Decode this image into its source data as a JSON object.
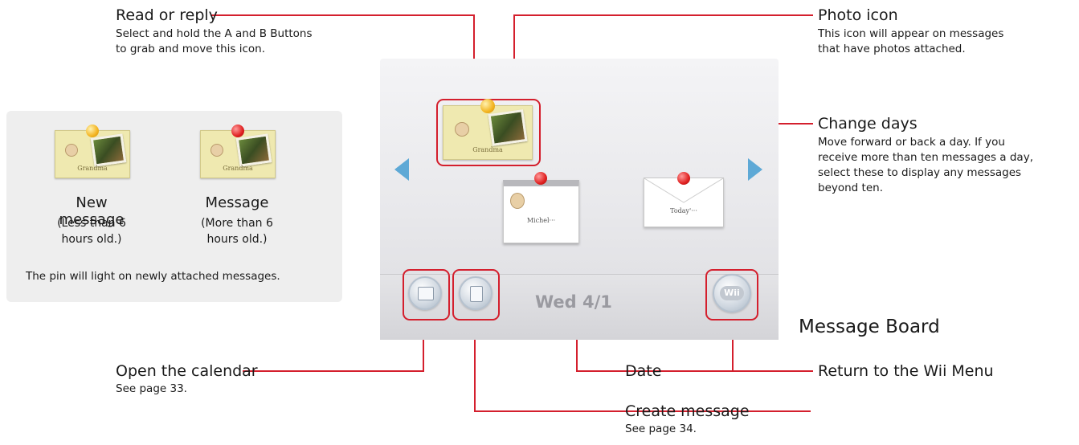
{
  "annotations": {
    "read_reply": {
      "title": "Read or reply",
      "desc_line1": "Select and hold the A and B Buttons",
      "desc_line2": "to grab and move this icon."
    },
    "photo_icon": {
      "title": "Photo icon",
      "desc_line1": "This icon will appear on messages",
      "desc_line2": "that have photos attached."
    },
    "change_days": {
      "title": "Change days",
      "desc_line1": "Move forward or back a day. If you",
      "desc_line2": "receive more than ten messages a day,",
      "desc_line3": "select these to display any messages",
      "desc_line4": "beyond ten."
    },
    "calendar": {
      "title": "Open the calendar",
      "desc": "See page 33."
    },
    "create": {
      "title": "Create message",
      "desc": "See page 34."
    },
    "date": {
      "title": "Date"
    },
    "return": {
      "title": "Return to the Wii Menu"
    }
  },
  "legend": {
    "new": {
      "card_name": "Grandma",
      "label": "New message",
      "sub_line1": "(Less than 6",
      "sub_line2": "hours old.)"
    },
    "old": {
      "card_name": "Grandma",
      "label": "Message",
      "sub_line1": "(More than 6",
      "sub_line2": "hours old.)"
    },
    "note": "The pin will light on newly attached messages."
  },
  "screen": {
    "date": "Wed 4/1",
    "cards": [
      {
        "name": "Grandma"
      },
      {
        "name": "Michel···"
      },
      {
        "name": "Today'···"
      }
    ],
    "wii_button_label": "Wii"
  },
  "section_title": "Message Board",
  "colors": {
    "accent": "#d41f2d",
    "legend_bg": "#eeeeee",
    "card": "#efe9b0"
  }
}
